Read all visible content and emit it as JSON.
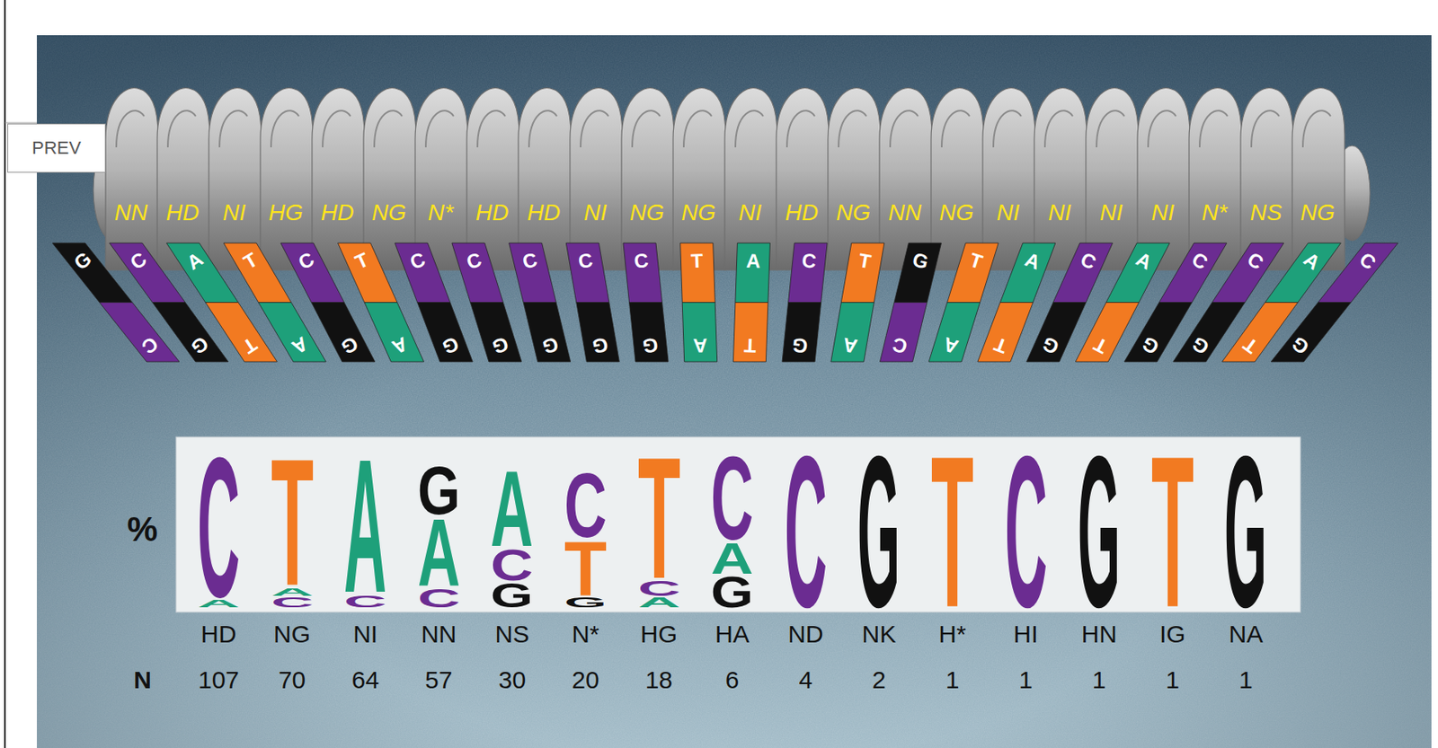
{
  "diagram": {
    "nodes": [
      {
        "text": [
          "PREV"
        ]
      }
    ],
    "labels": [
      "NN",
      "HD",
      "NI",
      "HG",
      "HD",
      "NG",
      "N*",
      "HD",
      "HD",
      "NI",
      "NG",
      "NG",
      "NI",
      "HD",
      "NG",
      "NN",
      "NG",
      "NI",
      "NI",
      "NI",
      "NI",
      "N*",
      "NS",
      "NG",
      "G",
      "C",
      "A",
      "T",
      "C",
      "T",
      "C",
      "C",
      "C",
      "C",
      "C",
      "T",
      "A",
      "C",
      "T",
      "G",
      "T",
      "A",
      "C",
      "A",
      "C",
      "C",
      "A",
      "C",
      "C",
      "G",
      "T",
      "A",
      "G",
      "A",
      "G",
      "G",
      "G",
      "G",
      "G",
      "A",
      "T",
      "G",
      "A",
      "C",
      "A",
      "T",
      "G",
      "T",
      "G",
      "G",
      "T",
      "G",
      "%",
      "C",
      "A",
      "T",
      "A",
      "C",
      "A",
      "C",
      "G",
      "A",
      "C",
      "A",
      "C",
      "G",
      "C",
      "T",
      "G",
      "T",
      "C",
      "A",
      "C",
      "A",
      "G",
      "C",
      "G",
      "T",
      "C",
      "G",
      "T",
      "G",
      "HD",
      "NG",
      "NI",
      "NN",
      "NS",
      "N*",
      "HG",
      "HA",
      "ND",
      "NK",
      "H*",
      "HI",
      "HN",
      "IG",
      "NA",
      "N",
      "107",
      "70",
      "64",
      "57",
      "30",
      "20",
      "18",
      "6",
      "4",
      "2",
      "1",
      "1",
      "1",
      "1",
      "1"
    ]
  }
}
